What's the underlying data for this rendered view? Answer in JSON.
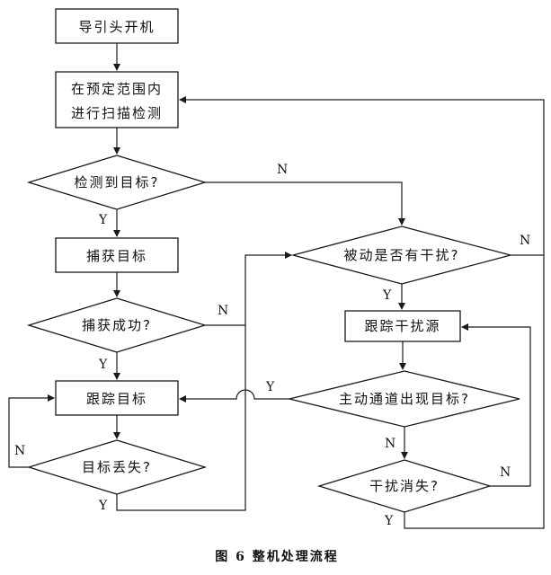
{
  "nodes": {
    "seeker_on": "导引头开机",
    "scan_line1": "在预定范围内",
    "scan_line2": "进行扫描检测",
    "target_detected": "检测到目标?",
    "capture_target": "捕获目标",
    "capture_success": "捕获成功?",
    "track_target": "跟踪目标",
    "target_lost": "目标丢失?",
    "passive_interference": "被动是否有干扰?",
    "track_interference": "跟踪干扰源",
    "active_target": "主动通道出现目标?",
    "interference_gone": "干扰消失?"
  },
  "branch_labels": {
    "detected_no": "N",
    "detected_yes": "Y",
    "capture_no": "N",
    "capture_yes": "Y",
    "lost_no": "N",
    "lost_yes": "Y",
    "passive_no": "N",
    "passive_yes": "Y",
    "active_yes": "Y",
    "active_no": "N",
    "gone_no": "N",
    "gone_yes": "Y"
  },
  "caption": "图 6 整机处理流程"
}
